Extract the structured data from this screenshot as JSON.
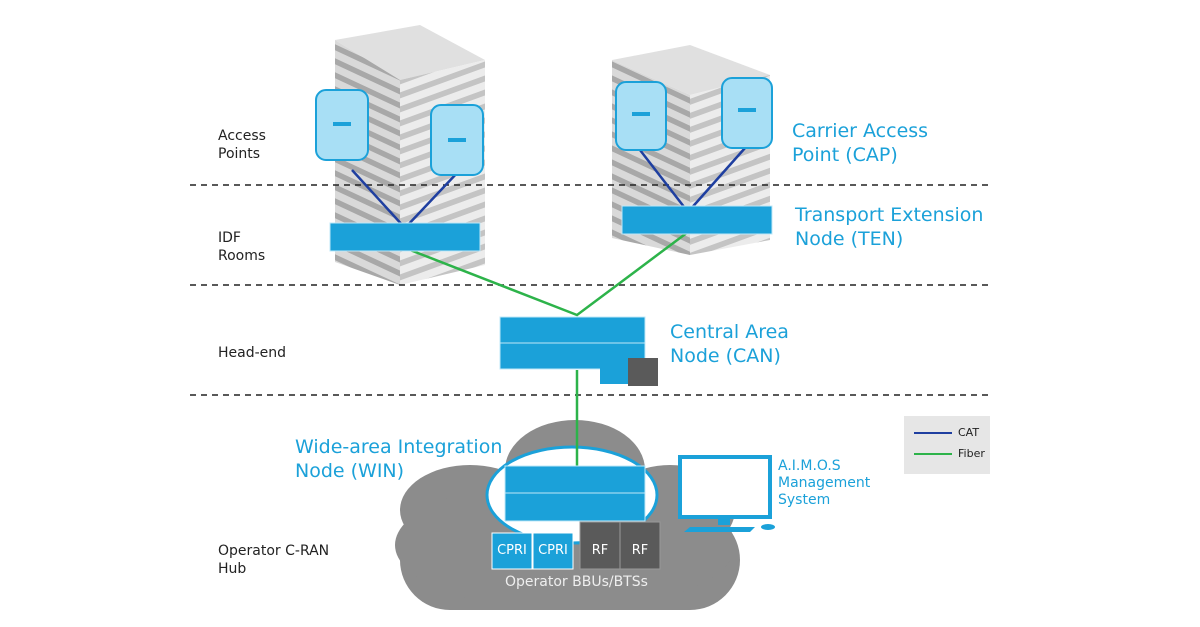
{
  "colors": {
    "accent": "#1ba1d9",
    "cat": "#1f3fa0",
    "fiber": "#2db34a",
    "cloud": "#8c8c8c",
    "rf": "#5a5a5a",
    "legend_bg": "#e6e6e6"
  },
  "tiers": [
    {
      "label": "Access\nPoints"
    },
    {
      "label": "IDF\nRooms"
    },
    {
      "label": "Head-end"
    },
    {
      "label": "Operator C-RAN\nHub"
    }
  ],
  "components": {
    "cap": "Carrier Access\nPoint (CAP)",
    "ten": "Transport Extension\nNode (TEN)",
    "can": "Central Area\nNode (CAN)",
    "win": "Wide-area Integration\nNode (WIN)",
    "aimos": "A.I.M.O.S\nManagement\nSystem"
  },
  "bbu": {
    "title": "Operator BBUs/BTSs",
    "boxes": [
      "CPRI",
      "CPRI",
      "RF",
      "RF"
    ]
  },
  "legend": {
    "items": [
      {
        "label": "CAT",
        "icon": "cat-line"
      },
      {
        "label": "Fiber",
        "icon": "fiber-line"
      }
    ]
  }
}
